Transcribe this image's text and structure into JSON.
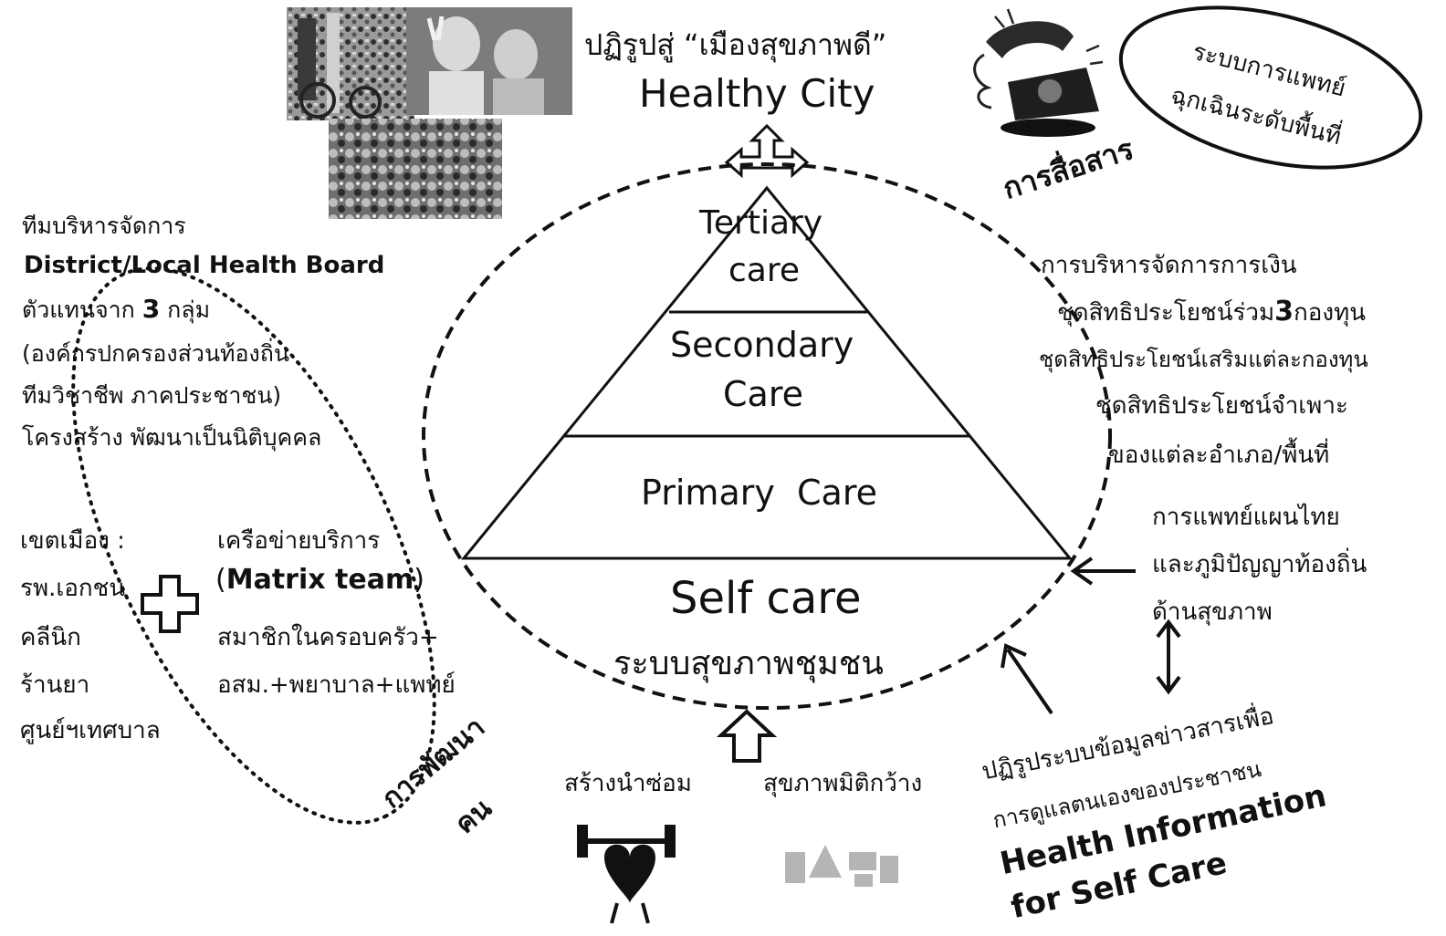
{
  "top": {
    "thai_title": "ปฏิรูปสู่ “เมืองสุขภาพดี”",
    "english_title": "Healthy City"
  },
  "top_right": {
    "ellipse_text_line1": "ระบบการแพทย์",
    "ellipse_text_line2": "ฉุกเฉินระดับพื้นที่",
    "communication_label": "การสื่อสาร"
  },
  "pyramid": {
    "tertiary_line1": "Tertiary",
    "tertiary_line2": "care",
    "secondary_line1": "Secondary",
    "secondary_line2": "Care",
    "primary": "Primary  Care",
    "self_care": "Self care",
    "community_health_system": "ระบบสุขภาพชุมชน"
  },
  "left": {
    "board_heading": "ทีมบริหารจัดการ",
    "board_name": "District/Local Health Board",
    "rep_prefix": "ตัวแทนจาก ",
    "rep_number": "3",
    "rep_suffix": " กลุ่ม",
    "rep_detail_line1": "(องค์กรปกครองส่วนท้องถิ่น",
    "rep_detail_line2": "ทีมวิชาชีพ  ภาคประชาชน)",
    "structure_line": "โครงสร้าง พัฒนาเป็นนิติบุคคล",
    "urban_heading": "เขตเมือง :",
    "urban_items": [
      "รพ.เอกชน",
      "คลีนิก",
      "ร้านยา",
      "ศูนย์ฯเทศบาล"
    ],
    "network_heading": "เครือข่ายบริการ",
    "matrix_open": "(",
    "matrix_team": "Matrix team",
    "matrix_close": ")",
    "family_line": "สมาชิกในครอบครัว+",
    "staff_line": "อสม.+พยาบาล+แพทย์",
    "people_dev_line1": "การพัฒนา",
    "people_dev_line2": "คน"
  },
  "right": {
    "finance_heading": "การบริหารจัดการการเงิน",
    "finance_line1_prefix": "ชุดสิทธิประโยชน์ร่วม",
    "finance_line1_number": "3",
    "finance_line1_suffix": "กองทุน",
    "finance_line2": "ชุดสิทธิประโยชน์เสริมแต่ละกองทุน",
    "finance_line3": "ชุดสิทธิประโยชน์จำเพาะ",
    "finance_line4": "ของแต่ละอำเภอ/พื้นที่",
    "thai_medicine_line1": "การแพทย์แผนไทย",
    "thai_medicine_line2": "และภูมิปัญญาท้องถิ่น",
    "thai_medicine_line3": "ด้านสุขภาพ",
    "info_reform_line1": "ปฏิรูประบบข้อมูลข่าวสารเพื่อ",
    "info_reform_line2": "การดูแลตนเองของประชาชน",
    "health_info_line1": "Health Information",
    "health_info_line2": "for Self Care"
  },
  "bottom": {
    "build_before_repair": "สร้างนำซ่อม",
    "holistic_health": "สุขภาพมิติกว้าง"
  },
  "colors": {
    "ink": "#111111",
    "background": "#ffffff",
    "photo_dark": "#3a3a3a",
    "photo_mid": "#8a8a8a"
  },
  "icons": [
    "city-photo",
    "elderly-people-photo",
    "food-photo",
    "telephone-icon",
    "double-arrow-icon",
    "medical-cross-icon",
    "heart-weightlifter-icon",
    "thai-temple-icon"
  ]
}
